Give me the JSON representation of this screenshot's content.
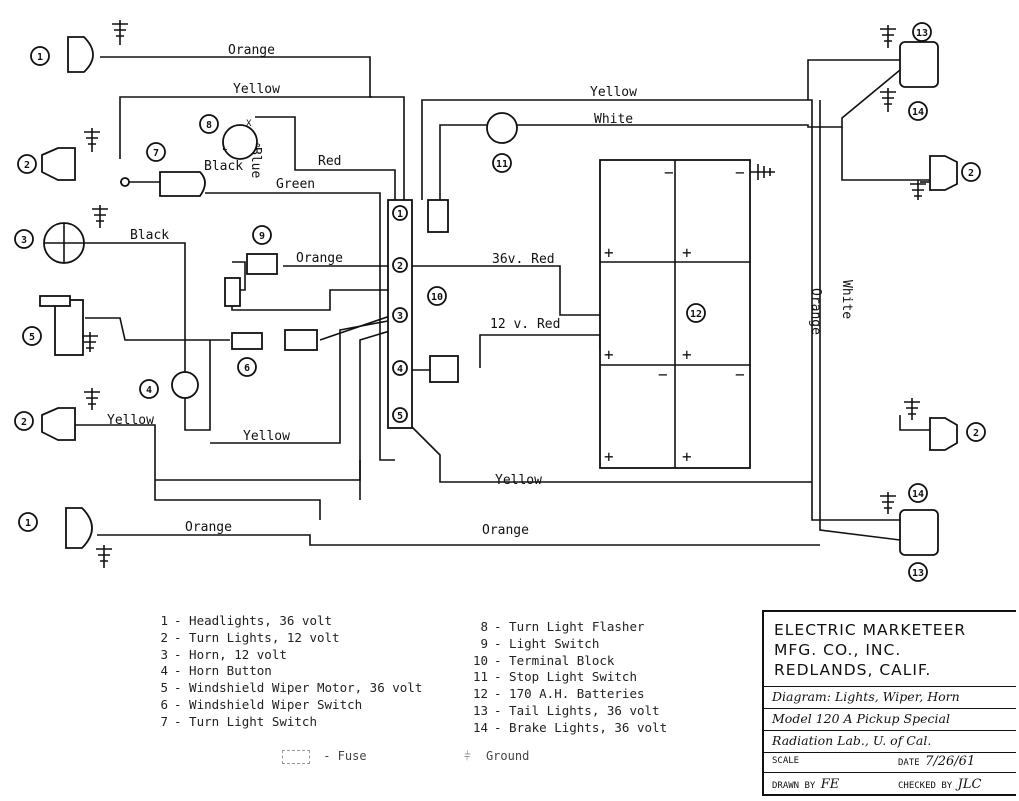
{
  "wire_labels": {
    "orange_top": "Orange",
    "yellow_top_left": "Yellow",
    "yellow_top_right": "Yellow",
    "white_top": "White",
    "red": "Red",
    "green": "Green",
    "black_horn": "Black",
    "blue_horn": "Blue",
    "black_left": "Black",
    "orange_mid": "Orange",
    "red_36v": "36v. Red",
    "red_12v": "12 v. Red",
    "yellow_left": "Yellow",
    "yellow_lower": "Yellow",
    "yellow_bottom": "Yellow",
    "orange_bottom_left": "Orange",
    "orange_bottom_right": "Orange",
    "orange_vertical": "Orange",
    "white_vertical": "White"
  },
  "button_letters": {
    "x": "X",
    "l": "L",
    "p": "P"
  },
  "component_numbers": {
    "headlight_top": "1",
    "headlight_bottom": "1",
    "turn_left_top": "2",
    "turn_left_bottom": "2",
    "turn_right_top": "2",
    "turn_right_bottom": "2",
    "horn": "3",
    "horn_button": "4",
    "wiper_motor": "5",
    "wiper_switch": "6",
    "turn_switch": "7",
    "flasher": "8",
    "light_switch": "9",
    "terminal_block": "10",
    "stop_switch": "11",
    "batteries": "12",
    "tail_top": "13",
    "tail_bottom": "13",
    "brake_top": "14",
    "brake_bottom": "14"
  },
  "terminal_numbers": [
    "1",
    "2",
    "3",
    "4",
    "5"
  ],
  "battery_signs": {
    "plus": "+",
    "minus": "−"
  },
  "legend": {
    "left": [
      {
        "n": "1",
        "text": "- Headlights, 36 volt"
      },
      {
        "n": "2",
        "text": "- Turn Lights, 12 volt"
      },
      {
        "n": "3",
        "text": "- Horn, 12 volt"
      },
      {
        "n": "4",
        "text": "- Horn Button"
      },
      {
        "n": "5",
        "text": "- Windshield Wiper Motor, 36 volt"
      },
      {
        "n": "6",
        "text": "- Windshield Wiper Switch"
      },
      {
        "n": "7",
        "text": "- Turn Light Switch"
      }
    ],
    "right": [
      {
        "n": "8",
        "text": "- Turn Light Flasher"
      },
      {
        "n": "9",
        "text": "- Light Switch"
      },
      {
        "n": "10",
        "text": "- Terminal Block"
      },
      {
        "n": "11",
        "text": "- Stop Light Switch"
      },
      {
        "n": "12",
        "text": "- 170 A.H. Batteries"
      },
      {
        "n": "13",
        "text": "- Tail Lights, 36 volt"
      },
      {
        "n": "14",
        "text": "- Brake Lights, 36 volt"
      }
    ]
  },
  "symbol_key": {
    "fuse": "- Fuse",
    "ground": "Ground"
  },
  "title_block": {
    "company_line1": "ELECTRIC MARKETEER",
    "company_line2": "MFG. CO., INC.",
    "company_line3": "REDLANDS, CALIF.",
    "diagram": "Diagram: Lights, Wiper, Horn",
    "model": "Model 120 A Pickup Special",
    "customer": "Radiation Lab., U. of Cal.",
    "scale_label": "SCALE",
    "date_label": "DATE",
    "date_value": "7/26/61",
    "drawn_label": "DRAWN BY",
    "drawn_value": "FE",
    "checked_label": "CHECKED BY",
    "checked_value": "JLC"
  }
}
